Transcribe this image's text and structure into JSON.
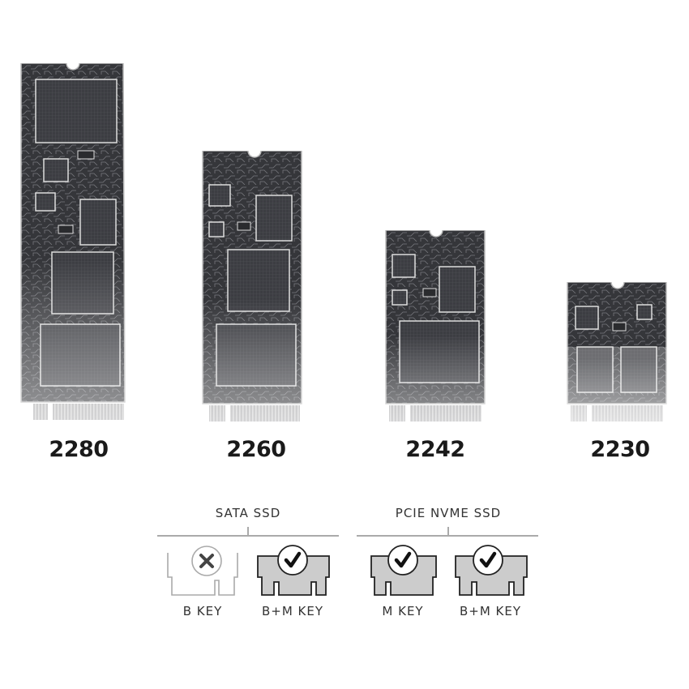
{
  "modules": [
    {
      "id": "2280",
      "label": "2280",
      "length_mm": 80
    },
    {
      "id": "2260",
      "label": "2260",
      "length_mm": 60
    },
    {
      "id": "2242",
      "label": "2242",
      "length_mm": 42
    },
    {
      "id": "2230",
      "label": "2230",
      "length_mm": 30
    }
  ],
  "compatibility": {
    "groups": [
      {
        "title": "SATA SSD",
        "keys": [
          {
            "label": "B KEY",
            "status": "incompatible",
            "icon": "x-circle-icon"
          },
          {
            "label": "B+M KEY",
            "status": "compatible",
            "icon": "check-circle-icon"
          }
        ]
      },
      {
        "title": "PCIE NVME SSD",
        "keys": [
          {
            "label": "M KEY",
            "status": "compatible",
            "icon": "check-circle-icon"
          },
          {
            "label": "B+M KEY",
            "status": "compatible",
            "icon": "check-circle-icon"
          }
        ]
      }
    ]
  },
  "colors": {
    "pcb": "#3a3b3f",
    "chip": "#4a4b50",
    "trace": "#8a8b90",
    "bracket": "#aaaaaa",
    "key_fill": "#cccccc",
    "key_stroke": "#222222",
    "key_disabled": "#aaaaaa"
  }
}
